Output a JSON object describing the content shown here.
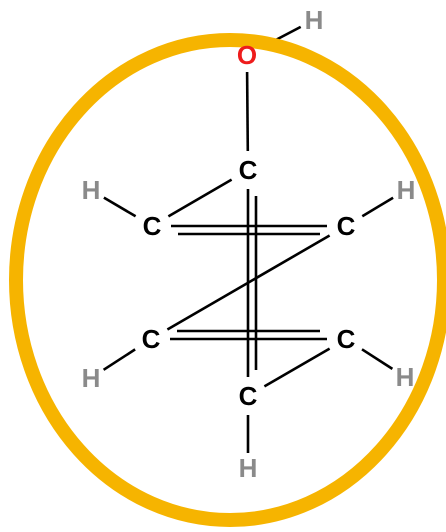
{
  "colors": {
    "highlight_ring": "#f6b400",
    "carbon": "#000000",
    "hydrogen": "#8a8a8a",
    "oxygen": "#ee1c1c",
    "bond": "#000000",
    "background": "#ffffff"
  },
  "atoms": [
    {
      "id": "O1",
      "label": "O",
      "element": "oxygen"
    },
    {
      "id": "H0",
      "label": "H",
      "element": "hydrogen"
    },
    {
      "id": "C1",
      "label": "C",
      "element": "carbon"
    },
    {
      "id": "C2",
      "label": "C",
      "element": "carbon"
    },
    {
      "id": "C3",
      "label": "C",
      "element": "carbon"
    },
    {
      "id": "C4",
      "label": "C",
      "element": "carbon"
    },
    {
      "id": "C5",
      "label": "C",
      "element": "carbon"
    },
    {
      "id": "C6",
      "label": "C",
      "element": "carbon"
    },
    {
      "id": "H2",
      "label": "H",
      "element": "hydrogen"
    },
    {
      "id": "H3",
      "label": "H",
      "element": "hydrogen"
    },
    {
      "id": "H4",
      "label": "H",
      "element": "hydrogen"
    },
    {
      "id": "H5",
      "label": "H",
      "element": "hydrogen"
    },
    {
      "id": "H6",
      "label": "H",
      "element": "hydrogen"
    }
  ],
  "bonds": [
    {
      "from": "O1",
      "to": "H0",
      "order": 1
    },
    {
      "from": "O1",
      "to": "C1",
      "order": 1
    },
    {
      "from": "C1",
      "to": "C2",
      "order": 1
    },
    {
      "from": "C2",
      "to": "C3",
      "order": 2
    },
    {
      "from": "C3",
      "to": "C4",
      "order": 1
    },
    {
      "from": "C4",
      "to": "C5",
      "order": 2
    },
    {
      "from": "C5",
      "to": "C6",
      "order": 1
    },
    {
      "from": "C6",
      "to": "C1",
      "order": 2
    },
    {
      "from": "C2",
      "to": "H2",
      "order": 1
    },
    {
      "from": "C3",
      "to": "H3",
      "order": 1
    },
    {
      "from": "C4",
      "to": "H4",
      "order": 1
    },
    {
      "from": "C5",
      "to": "H5",
      "order": 1
    },
    {
      "from": "C6",
      "to": "H6",
      "order": 1
    }
  ]
}
